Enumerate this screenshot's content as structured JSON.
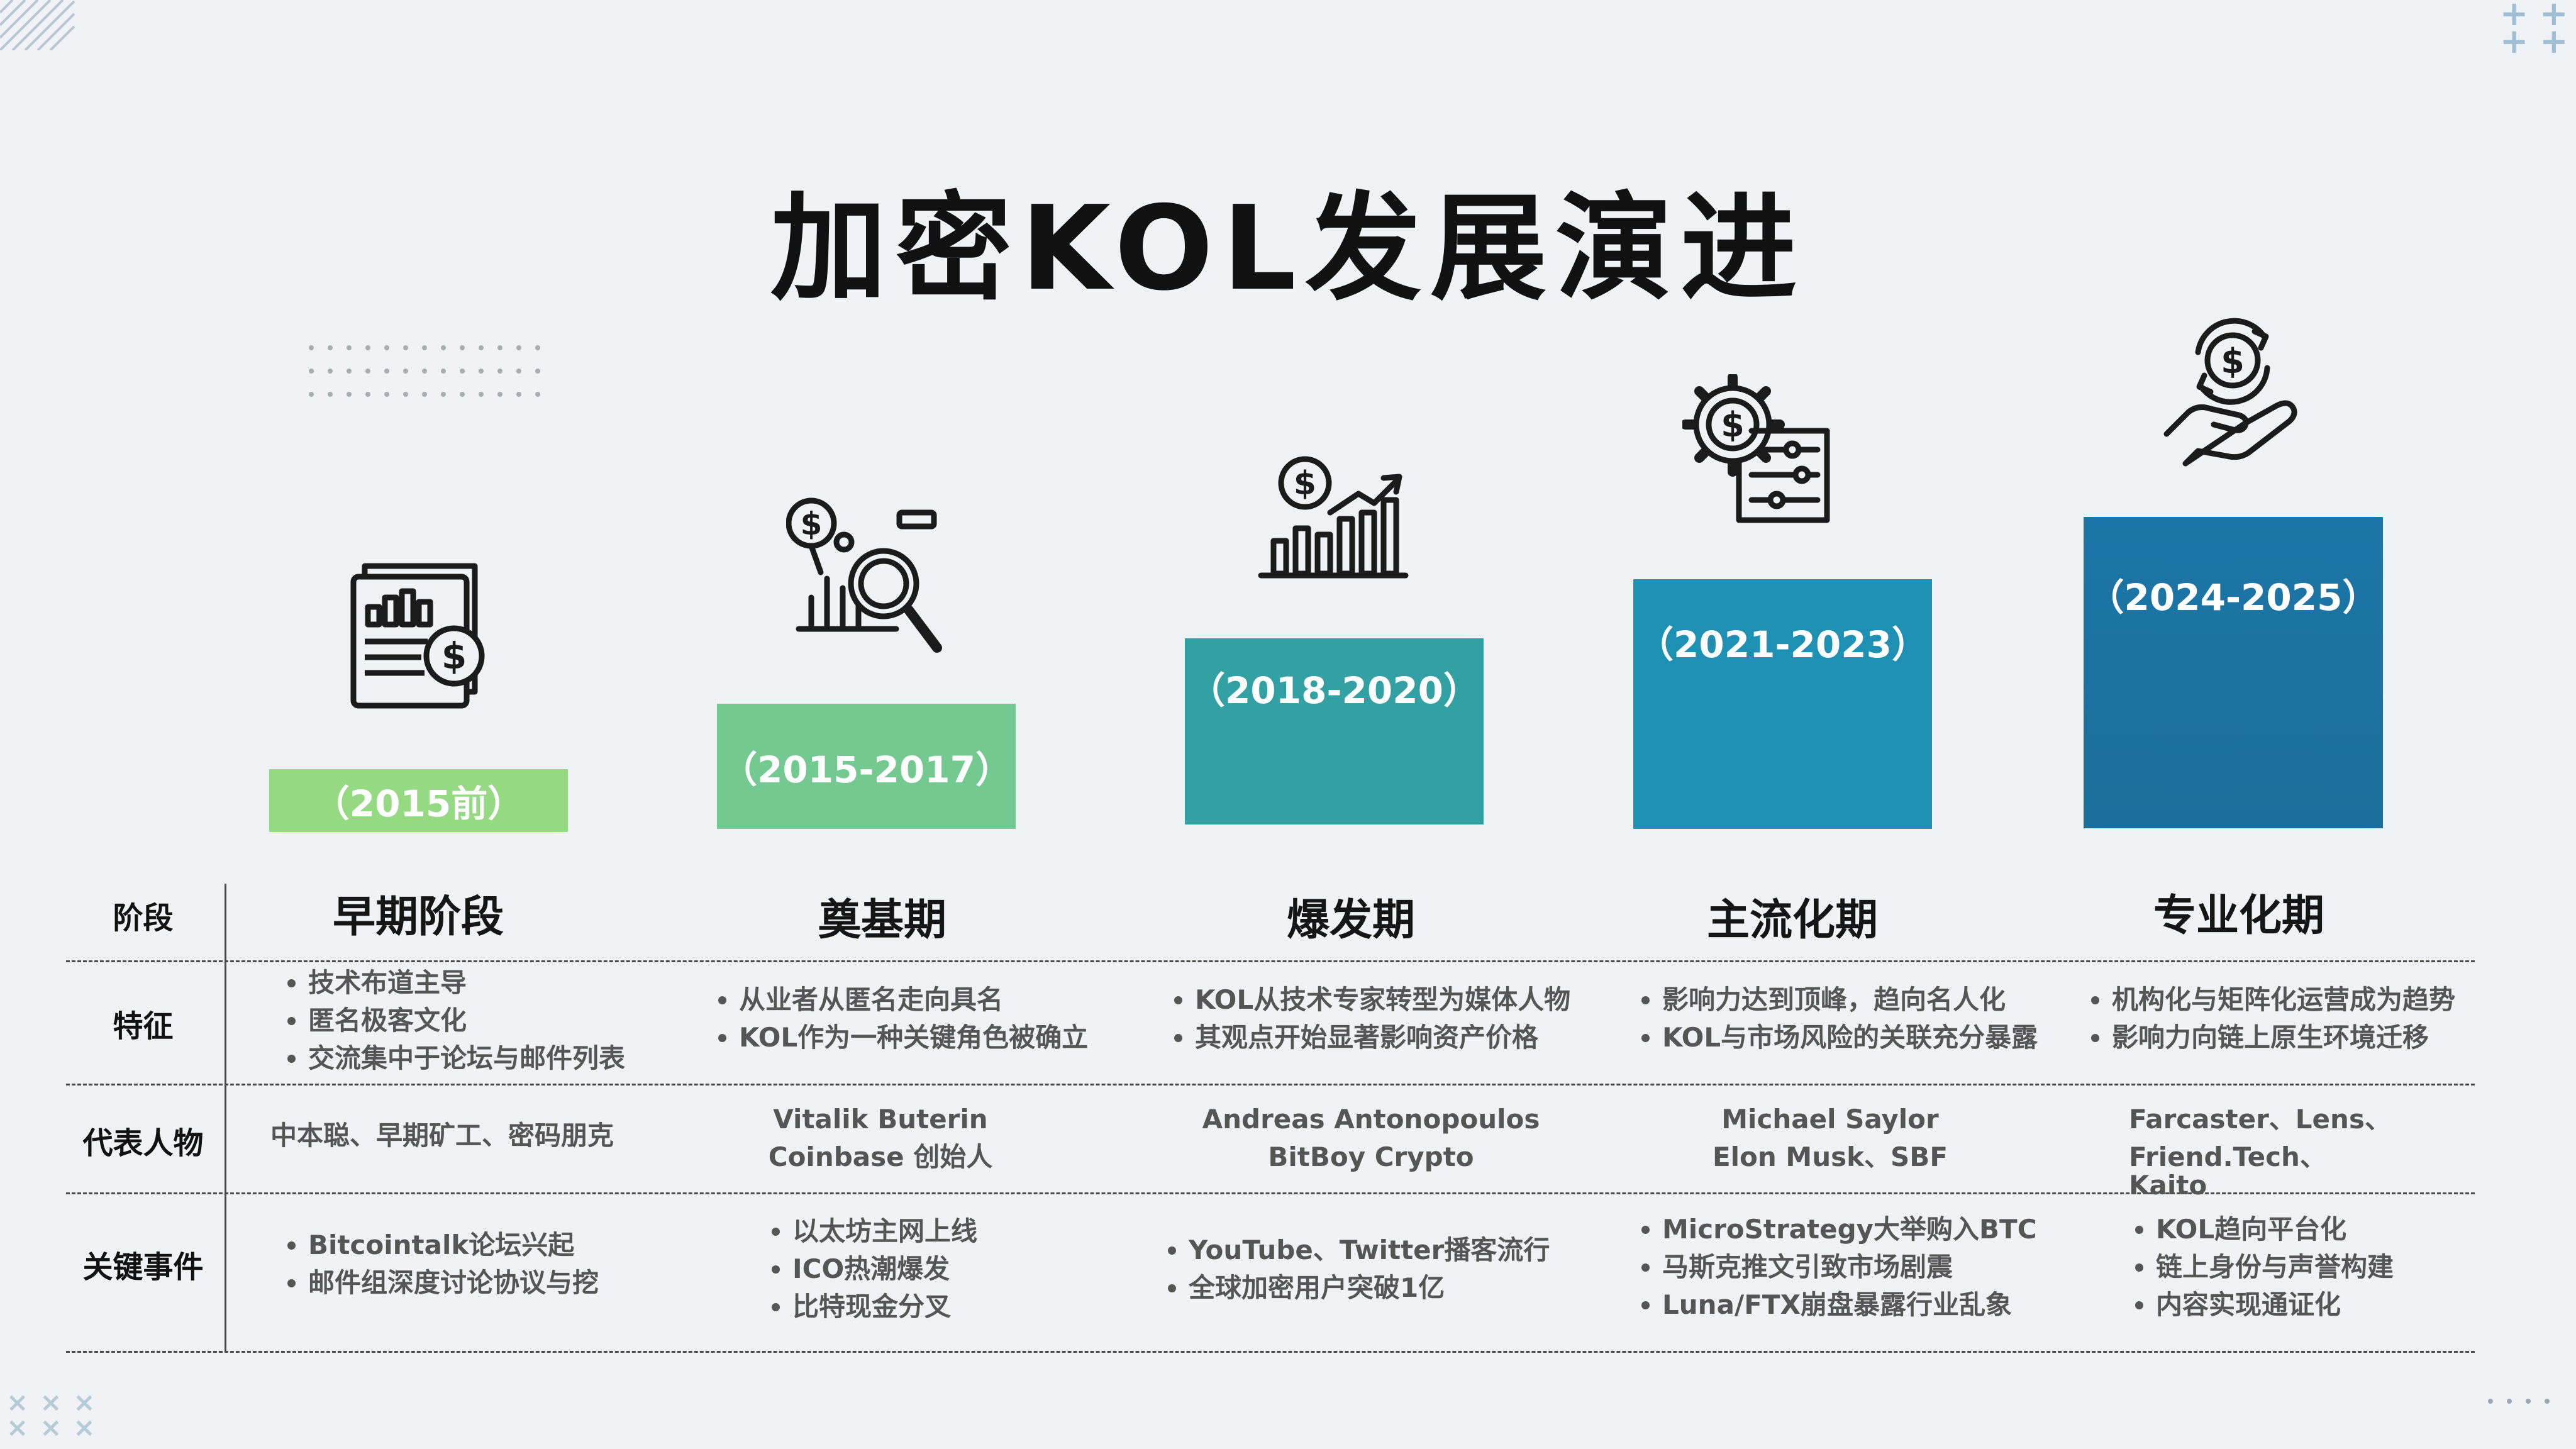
{
  "title": "加密KOL发展演进",
  "colors": {
    "stage1": "#96d983",
    "stage2": "#74c991",
    "stage3": "#33a1a3",
    "stage4": "#1d90b3",
    "stage5_top": "#1c76a7",
    "stage5_bottom": "#1b6f9b"
  },
  "row_labels": {
    "stage": "阶段",
    "features": "特征",
    "people": "代表人物",
    "events": "关键事件"
  },
  "stages": [
    {
      "period": "（2015前）",
      "name": "早期阶段",
      "icon": "report-document-dollar-icon",
      "features": [
        "技术布道主导",
        "匿名极客文化",
        "交流集中于论坛与邮件列表"
      ],
      "people": [
        "中本聪、早期矿工、密码朋克"
      ],
      "events": [
        "Bitcointalk论坛兴起",
        "邮件组深度讨论协议与挖"
      ]
    },
    {
      "period": "（2015-2017）",
      "name": "奠基期",
      "icon": "dollar-chart-magnifier-icon",
      "features": [
        "从业者从匿名走向具名",
        "KOL作为一种关键角色被确立"
      ],
      "people": [
        "Vitalik Buterin",
        "Coinbase 创始人"
      ],
      "events": [
        "以太坊主网上线",
        "ICO热潮爆发",
        "比特现金分叉"
      ]
    },
    {
      "period": "（2018-2020）",
      "name": "爆发期",
      "icon": "growth-chart-dollar-icon",
      "features": [
        "KOL从技术专家转型为媒体人物",
        "其观点开始显著影响资产价格"
      ],
      "people": [
        "Andreas Antonopoulos",
        "BitBoy Crypto"
      ],
      "events": [
        "YouTube、Twitter播客流行",
        "全球加密用户突破1亿"
      ]
    },
    {
      "period": "（2021-2023）",
      "name": "主流化期",
      "icon": "dollar-gear-settings-icon",
      "features": [
        "影响力达到顶峰，趋向名人化",
        "KOL与市场风险的关联充分暴露"
      ],
      "people": [
        "Michael Saylor",
        "Elon Musk、SBF"
      ],
      "events": [
        "MicroStrategy大举购入BTC",
        "马斯克推文引致市场剧震",
        "Luna/FTX崩盘暴露行业乱象"
      ]
    },
    {
      "period": "（2024-2025）",
      "name": "专业化期",
      "icon": "hand-dollar-cycle-icon",
      "features": [
        "机构化与矩阵化运营成为趋势",
        "影响力向链上原生环境迁移"
      ],
      "people": [
        "Farcaster、Lens、",
        "Friend.Tech、",
        "Kaito"
      ],
      "events": [
        "KOL趋向平台化",
        "链上身份与声誉构建",
        "内容实现通证化"
      ]
    }
  ]
}
